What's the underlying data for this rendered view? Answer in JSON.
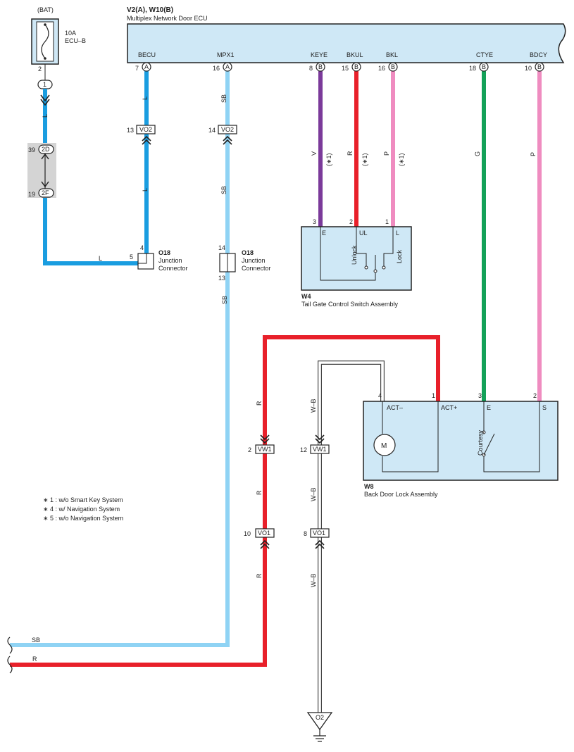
{
  "ecu": {
    "connector_ids": "V2(A), W10(B)",
    "name": "Multiplex Network Door ECU",
    "pins": [
      {
        "label": "BECU",
        "num": "7",
        "conn": "A"
      },
      {
        "label": "MPX1",
        "num": "16",
        "conn": "A"
      },
      {
        "label": "KEYE",
        "num": "8",
        "conn": "B"
      },
      {
        "label": "BKUL",
        "num": "15",
        "conn": "B"
      },
      {
        "label": "BKL",
        "num": "16",
        "conn": "B"
      },
      {
        "label": "CTYE",
        "num": "18",
        "conn": "B"
      },
      {
        "label": "BDCY",
        "num": "10",
        "conn": "B"
      }
    ]
  },
  "bat": {
    "label": "(BAT)",
    "fuse_rating": "10A",
    "fuse_name": "ECU–B",
    "pin": "2",
    "conn": "1"
  },
  "splice": {
    "top_num": "39",
    "top_id": "2D",
    "bottom_num": "19",
    "bottom_id": "2F"
  },
  "wire_colors": {
    "L": "#1a9de0",
    "SB": "#8fd3f4",
    "V": "#7b3a9a",
    "R": "#e8202a",
    "P": "#ef8cc0",
    "G": "#13a158",
    "WB": "#ffffff"
  },
  "wire_labels": {
    "l": "L",
    "sb": "SB",
    "v": "V",
    "r": "R",
    "p": "P",
    "g": "G",
    "wb": "W–B",
    "note1": "(∗1)"
  },
  "connectors": {
    "vo2_left": {
      "num": "13",
      "id": "VO2"
    },
    "vo2_right": {
      "num": "14",
      "id": "VO2"
    },
    "vw1_left": {
      "num": "2",
      "id": "VW1"
    },
    "vw1_right": {
      "num": "12",
      "id": "VW1"
    },
    "vo1_left": {
      "num": "10",
      "id": "VO1"
    },
    "vo1_right": {
      "num": "8",
      "id": "VO1"
    },
    "ground": "O2"
  },
  "junction1": {
    "id": "O18",
    "name1": "Junction",
    "name2": "Connector",
    "pin_a": "4",
    "pin_b": "5"
  },
  "junction2": {
    "id": "O18",
    "name1": "Junction",
    "name2": "Connector",
    "pin_a": "14",
    "pin_b": "13"
  },
  "w4": {
    "id": "W4",
    "name": "Tail Gate Control Switch Assembly",
    "pins": [
      "3",
      "2",
      "1"
    ],
    "terms": [
      "E",
      "UL",
      "L"
    ],
    "unlock": "Unlock",
    "lock": "Lock"
  },
  "w8": {
    "id": "W8",
    "name": "Back Door Lock Assembly",
    "pins": [
      "4",
      "1",
      "3",
      "2"
    ],
    "terms": [
      "ACT–",
      "ACT+",
      "E",
      "S"
    ],
    "motor": "M",
    "courtesy": "Courtesy"
  },
  "notes": [
    "∗ 1 : w/o Smart Key System",
    "∗ 4 : w/ Navigation System",
    "∗ 5 : w/o Navigation System"
  ]
}
